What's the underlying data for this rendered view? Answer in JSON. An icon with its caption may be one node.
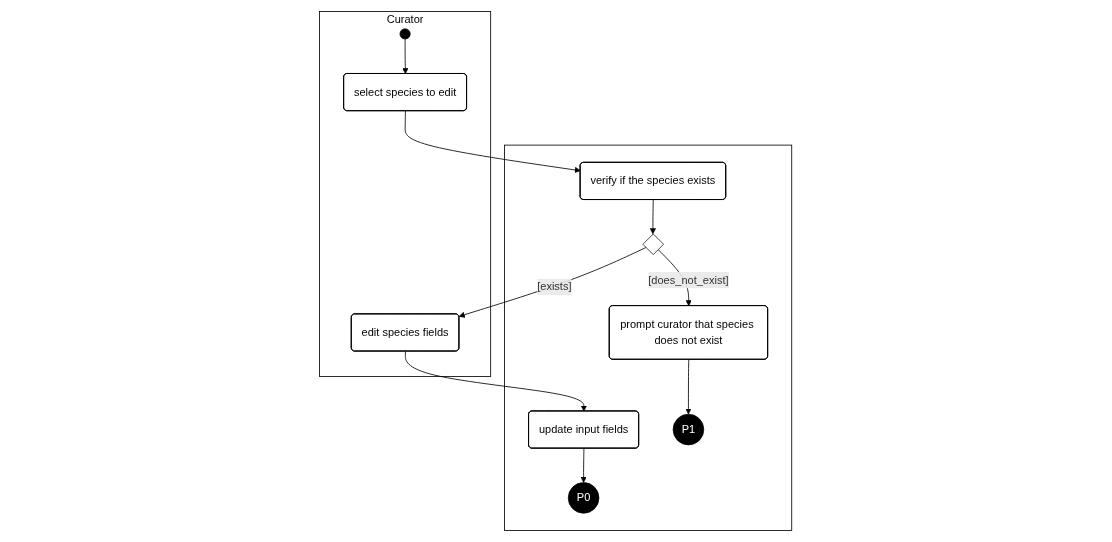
{
  "diagram": {
    "nodes": [
      {
        "text": [
          "Curator"
        ]
      },
      {
        "text": [],
        "shape": "box"
      },
      {
        "text": [],
        "shape": "circle",
        "in": 0
      },
      {
        "text": [
          "select species to edit"
        ],
        "in": 0
      },
      {
        "text": [
          "verify if the species exists"
        ],
        "in": 1
      },
      {
        "text": [],
        "shape": "diamond",
        "in": 1
      },
      {
        "text": [
          "edit species fields"
        ],
        "in": 0
      },
      {
        "text": [
          "prompt curator that species does not exist"
        ],
        "in": 1
      },
      {
        "text": [
          "update input fields"
        ],
        "in": 1
      },
      {
        "text": [
          "P0"
        ],
        "in": 1
      },
      {
        "text": [
          "P1"
        ],
        "in": 1
      }
    ],
    "edges": [
      {
        "from": 2,
        "to": 3,
        "arrow": "to"
      },
      {
        "from": 3,
        "to": 4,
        "arrow": "to"
      },
      {
        "from": 4,
        "to": 5,
        "arrow": "to"
      },
      {
        "from": 5,
        "to": 6,
        "label": "[exists]",
        "arrow": "to"
      },
      {
        "from": 5,
        "to": 7,
        "label": "[does_not_exist]",
        "arrow": "to"
      },
      {
        "from": 6,
        "to": 8,
        "arrow": "to"
      },
      {
        "from": 8,
        "to": 9,
        "arrow": "to"
      },
      {
        "from": 7,
        "to": 10,
        "arrow": "to"
      }
    ]
  }
}
